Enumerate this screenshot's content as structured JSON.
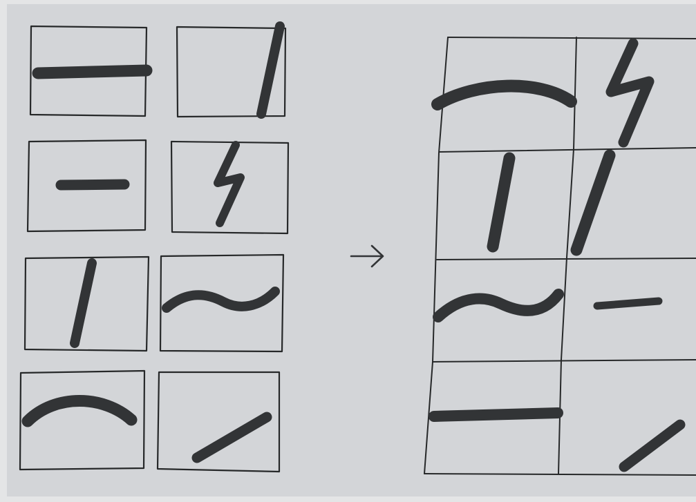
{
  "colors": {
    "paper": "#d3d5d8",
    "paper_edge": "#e4e5e6",
    "ink": "#262829",
    "marker": "#323436"
  },
  "diagram": {
    "left_panel": {
      "tiles": [
        {
          "id": "tile-1",
          "stroke": "horizontal-thick-bar"
        },
        {
          "id": "tile-2",
          "stroke": "steep-diagonal-bar"
        },
        {
          "id": "tile-3",
          "stroke": "short-horizontal-dash"
        },
        {
          "id": "tile-4",
          "stroke": "lightning-zigzag"
        },
        {
          "id": "tile-5",
          "stroke": "tilted-vertical-bar"
        },
        {
          "id": "tile-6",
          "stroke": "tilde-wave"
        },
        {
          "id": "tile-7",
          "stroke": "upward-arc"
        },
        {
          "id": "tile-8",
          "stroke": "diagonal-slash"
        }
      ]
    },
    "connector": {
      "icon": "right-arrow-icon"
    },
    "right_panel": {
      "rows": 4,
      "columns": 2,
      "cells": [
        {
          "id": "cell-r1-c1",
          "stroke": "upward-arc"
        },
        {
          "id": "cell-r1-c2",
          "stroke": "lightning-zigzag"
        },
        {
          "id": "cell-r2-c1",
          "stroke": "tilted-vertical-bar"
        },
        {
          "id": "cell-r2-c2",
          "stroke": "steep-diagonal-bar"
        },
        {
          "id": "cell-r3-c1",
          "stroke": "tilde-wave"
        },
        {
          "id": "cell-r3-c2",
          "stroke": "short-horizontal-dash"
        },
        {
          "id": "cell-r4-c1",
          "stroke": "horizontal-thick-bar"
        },
        {
          "id": "cell-r4-c2",
          "stroke": "diagonal-slash"
        }
      ]
    }
  }
}
